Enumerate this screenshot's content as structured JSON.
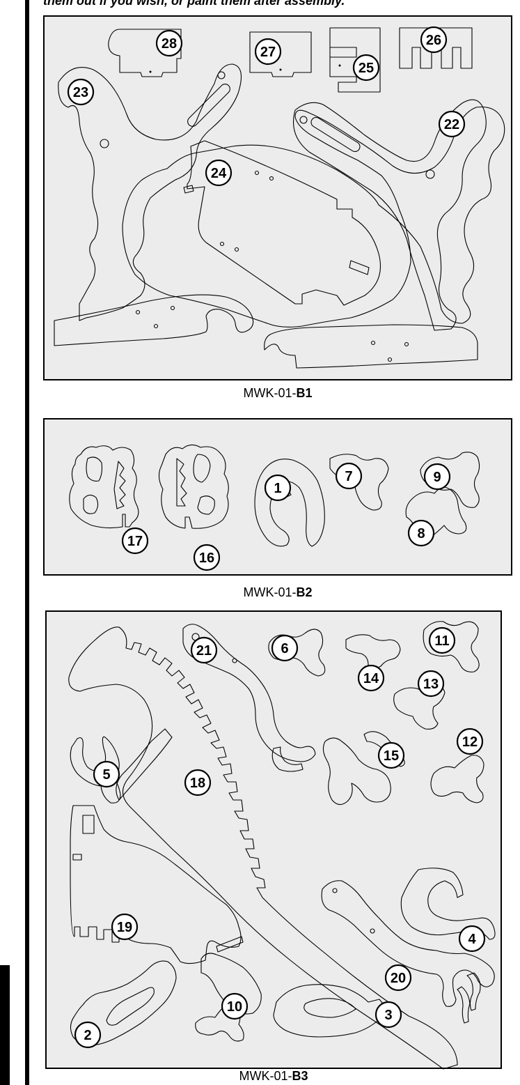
{
  "intro_text": "them out if you wish, or paint them after assembly.",
  "sheets": [
    {
      "label_prefix": "MWK-01-",
      "label_code": "B1",
      "part_numbers": [
        "28",
        "27",
        "25",
        "26",
        "23",
        "22",
        "24"
      ]
    },
    {
      "label_prefix": "MWK-01-",
      "label_code": "B2",
      "part_numbers": [
        "1",
        "7",
        "9",
        "8",
        "17",
        "16"
      ]
    },
    {
      "label_prefix": "MWK-01-",
      "label_code": "B3",
      "part_numbers": [
        "21",
        "6",
        "11",
        "14",
        "13",
        "12",
        "15",
        "5",
        "18",
        "4",
        "19",
        "20",
        "10",
        "3",
        "2"
      ]
    }
  ]
}
